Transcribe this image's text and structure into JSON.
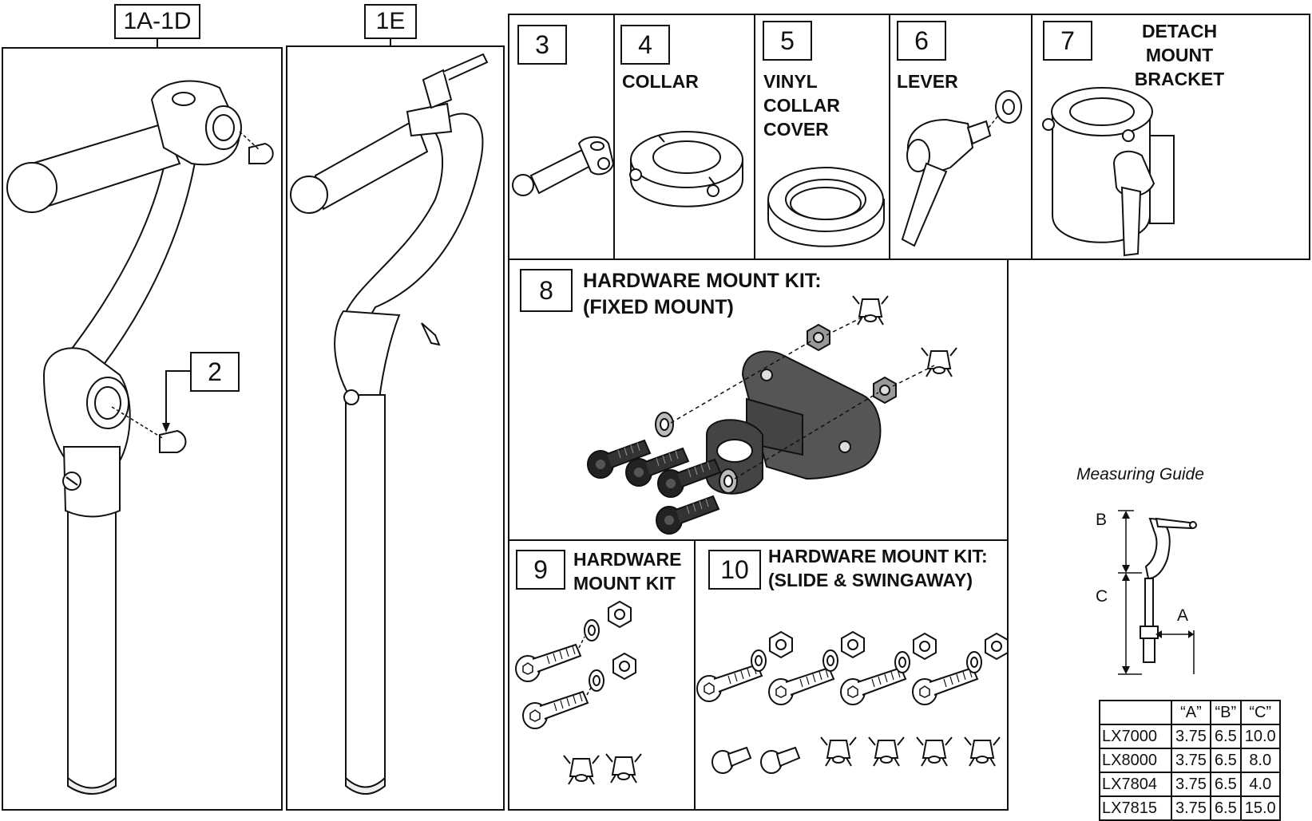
{
  "main_headers": {
    "left": "1A-1D",
    "middle": "1E"
  },
  "parts": {
    "p2": {
      "num": "2"
    },
    "p3": {
      "num": "3"
    },
    "p4": {
      "num": "4",
      "label": "COLLAR"
    },
    "p5": {
      "num": "5",
      "label": "VINYL\nCOLLAR\nCOVER"
    },
    "p6": {
      "num": "6",
      "label": "LEVER"
    },
    "p7": {
      "num": "7",
      "label": "DETACH\nMOUNT\nBRACKET"
    },
    "p8": {
      "num": "8",
      "label": "HARDWARE MOUNT KIT:\n(FIXED MOUNT)"
    },
    "p9": {
      "num": "9",
      "label": "HARDWARE\nMOUNT KIT"
    },
    "p10": {
      "num": "10",
      "label": "HARDWARE MOUNT KIT:\n(SLIDE & SWINGAWAY)"
    }
  },
  "measuring_guide": {
    "title": "Measuring Guide",
    "dim_labels": {
      "a": "A",
      "b": "B",
      "c": "C"
    },
    "table": {
      "headers": [
        "",
        "“A”",
        "“B”",
        "“C”"
      ],
      "rows": [
        [
          "LX7000",
          "3.75",
          "6.5",
          "10.0"
        ],
        [
          "LX8000",
          "3.75",
          "6.5",
          "8.0"
        ],
        [
          "LX7804",
          "3.75",
          "6.5",
          "4.0"
        ],
        [
          "LX7815",
          "3.75",
          "6.5",
          "15.0"
        ]
      ]
    }
  }
}
